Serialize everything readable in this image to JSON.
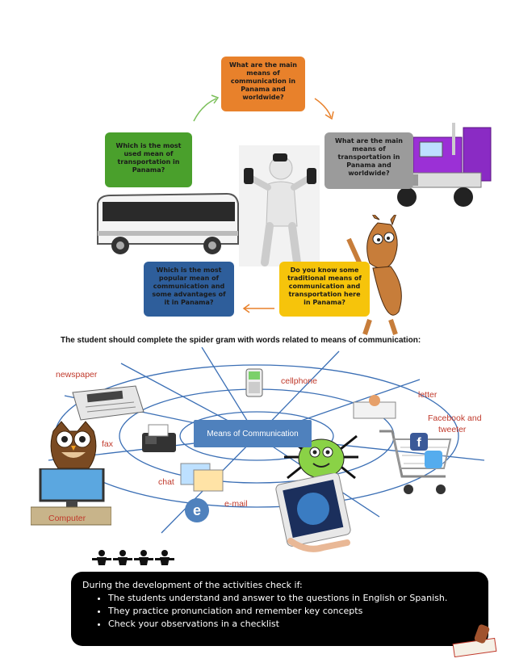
{
  "questions": {
    "top": [
      "What are the main",
      "means of",
      "communication in",
      "Panama and",
      "worldwide?"
    ],
    "right": [
      "What are the main",
      "means of",
      "transportation in",
      "Panama and",
      "worldwide?"
    ],
    "left": [
      "Which is the most",
      "used mean of",
      "transportation in",
      "Panama?"
    ],
    "bottom_left": [
      "Which is the most",
      "popular mean of",
      "communication and",
      "some advantages of",
      "it in Panama?"
    ],
    "bottom_right": [
      "Do you know some",
      "traditional means of",
      "communication and",
      "transportation here",
      "in Panama?"
    ]
  },
  "colors": {
    "orange": "#e8812b",
    "gray": "#9b9b9b",
    "green": "#4aa02c",
    "blue": "#2e5e9b",
    "yellow": "#f6c40b",
    "center": "#4f81bd",
    "word": "#c0392b"
  },
  "instruction": "The student should complete the spider gram with words related to means of communication:",
  "spider": {
    "center": "Means of Communication",
    "words": {
      "newspaper": "newspaper",
      "cellphone": "cellphone",
      "letter": "letter",
      "facebook": "Facebook and",
      "tweeter": "tweeter",
      "fax": "fax",
      "chat": "chat",
      "email": "e-mail",
      "computer": "Computer"
    }
  },
  "note": {
    "heading": "During the development of the activities check if:",
    "items": [
      "The students understand and answer to the questions in English or Spanish.",
      "They practice pronunciation and remember key concepts",
      "Check your observations in a checklist"
    ]
  },
  "icons": [
    "arrow-icon",
    "person-phones-icon",
    "bus-icon",
    "truck-icon",
    "horse-icon",
    "newspaper-icon",
    "cellphone-icon",
    "owl-icon",
    "fax-icon",
    "spider-icon",
    "tablet-icon",
    "cart-icon",
    "computer-icon",
    "stamp-icon",
    "kids-chain-icon"
  ]
}
